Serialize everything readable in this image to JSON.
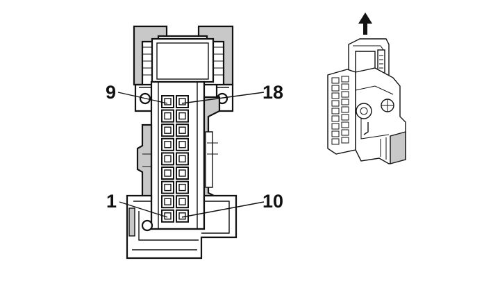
{
  "front_view": {
    "pin_labels": {
      "top_left": "9",
      "top_right": "18",
      "bottom_left": "1",
      "bottom_right": "10"
    },
    "terminal_columns": 2,
    "terminal_rows": 9
  },
  "side_view": {
    "arrow_icon": "arrow-up-icon"
  }
}
